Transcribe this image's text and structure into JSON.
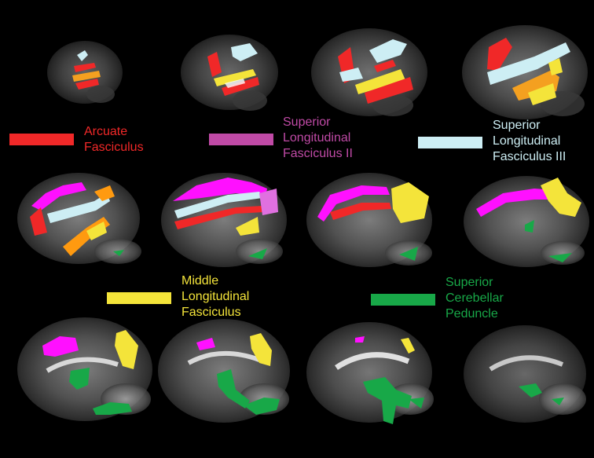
{
  "colors": {
    "background": "#000000",
    "arcuate": "#f02828",
    "slf2": "#c04aa6",
    "slf3": "#cdeef4",
    "mdlf": "#f4e43a",
    "scp": "#18a848",
    "magenta_overlay": "#ff10ff",
    "orange_overlay": "#ff9a10"
  },
  "legend": [
    {
      "id": "arcuate",
      "lines": [
        "Arcuate",
        "Fasciculus"
      ],
      "color": "#f02828"
    },
    {
      "id": "slf2",
      "lines": [
        "Superior",
        "Longitudinal",
        "Fasciculus II"
      ],
      "color": "#c04aa6"
    },
    {
      "id": "slf3",
      "lines": [
        "Superior",
        "Longitudinal",
        "Fasciculus III"
      ],
      "color": "#cdeef4"
    },
    {
      "id": "mdlf",
      "lines": [
        "Middle",
        "Longitudinal",
        "Fasciculus"
      ],
      "color": "#f4e43a"
    },
    {
      "id": "scp",
      "lines": [
        "Superior",
        "Cerebellar",
        "Peduncle"
      ],
      "color": "#18a848"
    }
  ],
  "grid": {
    "rows": 3,
    "columns": 4,
    "view": "sagittal brain MRI slices with tract overlays"
  }
}
